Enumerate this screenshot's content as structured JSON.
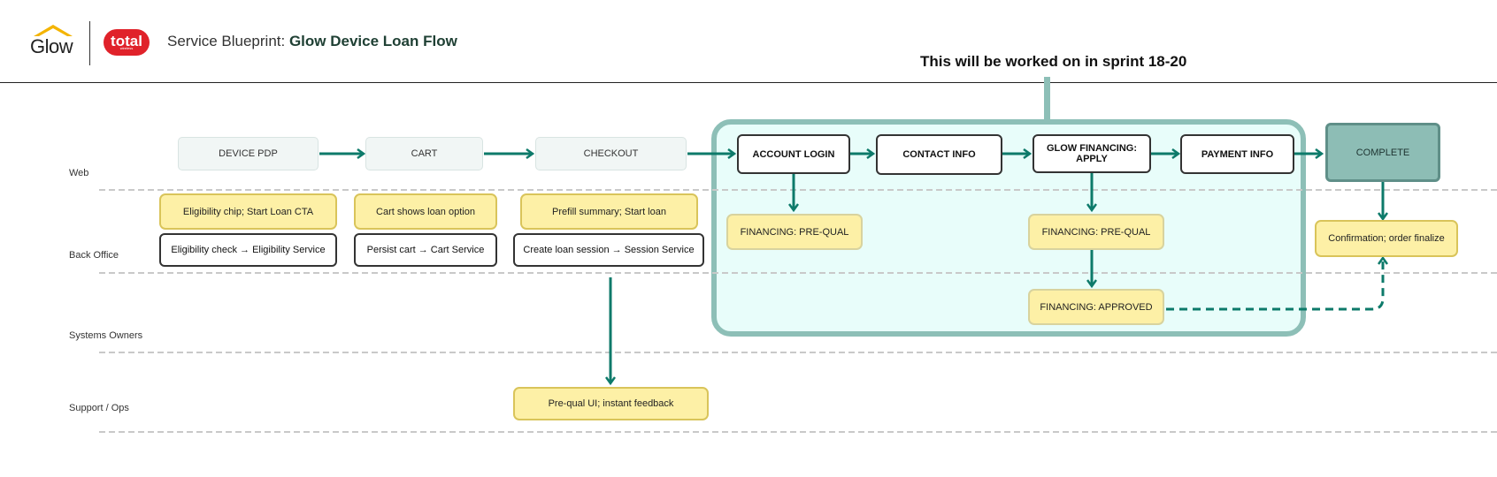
{
  "header": {
    "glow_logo": "Glow",
    "total_logo": "total",
    "total_logo_sub": "wireless",
    "title_prefix": "Service Blueprint: ",
    "title_main": "Glow Device Loan Flow"
  },
  "sprint_note": "This will be worked on in sprint 18-20",
  "lanes": [
    "Web",
    "Back Office",
    "Systems Owners",
    "Support / Ops"
  ],
  "web_steps": {
    "device_pdp": "DEVICE PDP",
    "cart": "CART",
    "checkout": "CHECKOUT",
    "account_login": "ACCOUNT LOGIN",
    "contact_info": "CONTACT INFO",
    "glow_financing": "GLOW FINANCING: APPLY",
    "payment_info": "PAYMENT INFO",
    "complete": "COMPLETE"
  },
  "back_office": {
    "eligibility_chip": "Eligibility chip; Start Loan CTA",
    "cart_shows_loan": "Cart shows loan option",
    "prefill_summary": "Prefill summary; Start loan",
    "eligibility_check": "Eligibility check → Eligibility Service",
    "persist_cart": "Persist cart → Cart Service",
    "create_loan_session": "Create loan session → Session Service",
    "financing_prequal_1": "FINANCING: PRE-QUAL",
    "financing_prequal_2": "FINANCING: PRE-QUAL",
    "confirmation": "Confirmation; order finalize"
  },
  "systems_owners": {
    "financing_approved": "FINANCING: APPROVED"
  },
  "support_ops": {
    "prequal_ui": "Pre-qual UI; instant feedback"
  },
  "colors": {
    "arrow": "#0d7a6a",
    "sprint_border": "#8dbfb7",
    "sprint_fill": "#e8fdfa",
    "yellow": "#fdf0a6",
    "complete": "#8dbdb5",
    "brand_red": "#e0222a",
    "brand_yellow": "#f4b400"
  }
}
